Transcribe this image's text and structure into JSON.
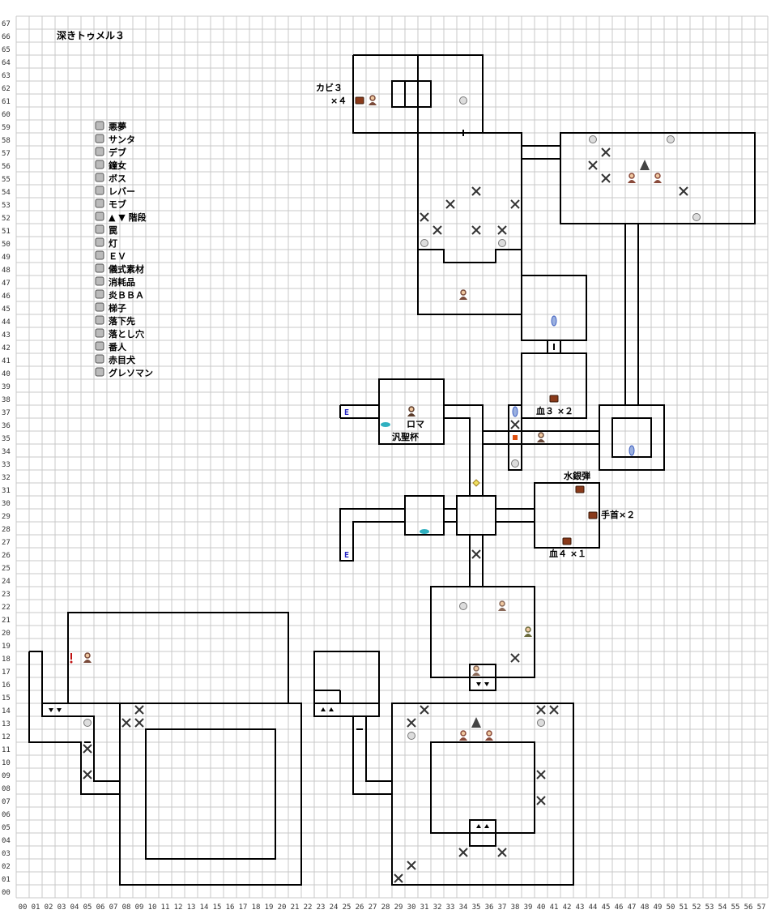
{
  "title": "深きトゥメル３",
  "axes": {
    "x_labels": [
      "00",
      "01",
      "02",
      "03",
      "04",
      "05",
      "06",
      "07",
      "08",
      "09",
      "10",
      "11",
      "12",
      "13",
      "14",
      "15",
      "16",
      "17",
      "18",
      "19",
      "20",
      "21",
      "22",
      "23",
      "24",
      "25",
      "26",
      "27",
      "28",
      "29",
      "30",
      "31",
      "32",
      "33",
      "34",
      "35",
      "36",
      "37",
      "38",
      "39",
      "40",
      "41",
      "42",
      "43",
      "44",
      "45",
      "46",
      "47",
      "48",
      "49",
      "50",
      "51",
      "52",
      "53",
      "54",
      "55",
      "56",
      "57"
    ],
    "y_labels": [
      "67",
      "66",
      "65",
      "64",
      "63",
      "62",
      "61",
      "60",
      "59",
      "58",
      "57",
      "56",
      "55",
      "54",
      "53",
      "52",
      "51",
      "50",
      "49",
      "48",
      "47",
      "46",
      "45",
      "44",
      "43",
      "42",
      "41",
      "40",
      "39",
      "38",
      "37",
      "36",
      "35",
      "34",
      "33",
      "32",
      "31",
      "30",
      "29",
      "28",
      "27",
      "26",
      "25",
      "24",
      "23",
      "22",
      "21",
      "20",
      "19",
      "18",
      "17",
      "16",
      "15",
      "14",
      "13",
      "12",
      "11",
      "10",
      "09",
      "08",
      "07",
      "06",
      "05",
      "04",
      "03",
      "02",
      "01",
      "00"
    ]
  },
  "legend": [
    {
      "icon": "chest-icon",
      "label": "悪夢"
    },
    {
      "icon": "santa-icon",
      "label": "サンタ"
    },
    {
      "icon": "debu-icon",
      "label": "デブ"
    },
    {
      "icon": "bell-woman-icon",
      "label": "鐘女"
    },
    {
      "icon": "boss-icon",
      "label": "ボス"
    },
    {
      "icon": "lever-icon",
      "label": "レバー"
    },
    {
      "icon": "mob-icon",
      "label": "モブ"
    },
    {
      "icon": "stairs-icon",
      "label": "階段"
    },
    {
      "icon": "trap-icon",
      "label": "罠"
    },
    {
      "icon": "lamp-icon",
      "label": "灯"
    },
    {
      "icon": "ev-icon",
      "label": "ＥＶ"
    },
    {
      "icon": "ritual-material-icon",
      "label": "儀式素材"
    },
    {
      "icon": "consumable-icon",
      "label": "消耗品"
    },
    {
      "icon": "fire-bba-icon",
      "label": "炎ＢＢＡ"
    },
    {
      "icon": "ladder-icon",
      "label": "梯子"
    },
    {
      "icon": "drop-target-icon",
      "label": "落下先"
    },
    {
      "icon": "pitfall-icon",
      "label": "落とし穴"
    },
    {
      "icon": "keeper-icon",
      "label": "番人"
    },
    {
      "icon": "red-eye-dog-icon",
      "label": "赤目犬"
    },
    {
      "icon": "gravesman-icon",
      "label": "グレソマン"
    }
  ],
  "legend_stairs_glyph": "▲ ▼",
  "ev_glyph": "E",
  "annotations": {
    "kabi_line1": "カビ３",
    "kabi_line2": "×４",
    "blood3x2": "血３ ×２",
    "roma": "ロマ",
    "chalice": "汎聖杯",
    "quicksilver": "水銀弾",
    "wrist": "手首×２",
    "blood4x1": "血４ ×１"
  },
  "colors": {
    "grid": "#c8c8c8",
    "wall": "#000000",
    "trap": "#e05010",
    "lamp": "#30b0c0",
    "ev": "#2020c0",
    "ladder": "#4060c0",
    "lever": "#c01010",
    "chest": "#8a3a1a",
    "creature": "#8a4a3a"
  }
}
